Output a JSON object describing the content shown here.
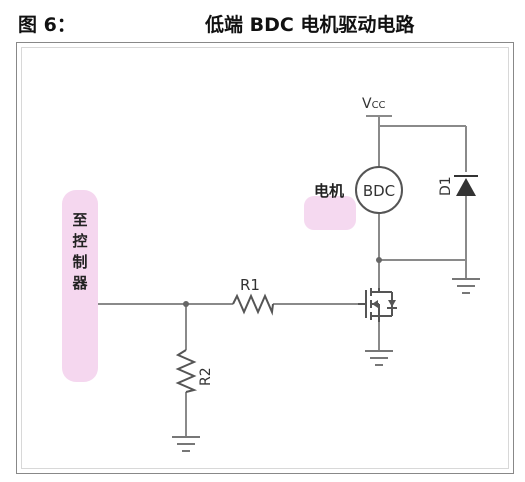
{
  "header": {
    "figure_label": "图 6：",
    "title": "低端 BDC 电机驱动电路"
  },
  "schematic": {
    "vcc_label_main": "V",
    "vcc_label_sub": "CC",
    "motor_text": "BDC",
    "motor_caption": "电机",
    "diode_label": "D1",
    "r1_label": "R1",
    "r2_label": "R2",
    "controller_chars": [
      "至",
      "控",
      "制",
      "器"
    ]
  },
  "colors": {
    "wire": "#8a8a8a",
    "component": "#555555",
    "highlight": "#f3d0ec"
  }
}
